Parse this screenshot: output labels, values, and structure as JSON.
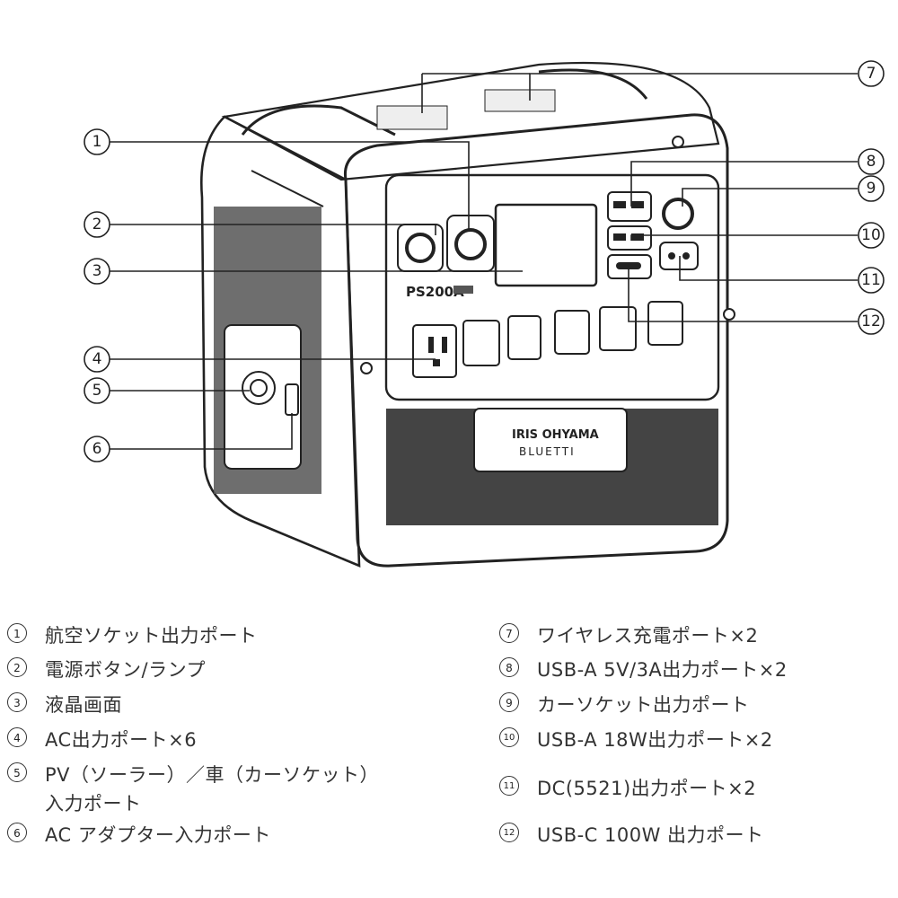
{
  "product": {
    "model_label": "PS200A",
    "brand_top": "IRIS OHYAMA",
    "brand_bottom": "BLUETTI"
  },
  "callouts": [
    {
      "num": "1"
    },
    {
      "num": "2"
    },
    {
      "num": "3"
    },
    {
      "num": "4"
    },
    {
      "num": "5"
    },
    {
      "num": "6"
    },
    {
      "num": "7"
    },
    {
      "num": "8"
    },
    {
      "num": "9"
    },
    {
      "num": "10"
    },
    {
      "num": "11"
    },
    {
      "num": "12"
    }
  ],
  "legend": {
    "left": [
      {
        "num": "1",
        "text": "航空ソケット出力ポート"
      },
      {
        "num": "2",
        "text": "電源ボタン/ランプ"
      },
      {
        "num": "3",
        "text": "液晶画面"
      },
      {
        "num": "4",
        "text": "AC出力ポート×6"
      },
      {
        "num": "5",
        "text": "PV（ソーラー）／車（カーソケット）\n入力ポート"
      },
      {
        "num": "6",
        "text": "AC アダプター入力ポート"
      }
    ],
    "right": [
      {
        "num": "7",
        "text": "ワイヤレス充電ポート×2"
      },
      {
        "num": "8",
        "text": "USB-A 5V/3A出力ポート×2"
      },
      {
        "num": "9",
        "text": "カーソケット出力ポート"
      },
      {
        "num": "10",
        "text": "USB-A 18W出力ポート×2"
      },
      {
        "num": "11",
        "text": "DC(5521)出力ポート×2"
      },
      {
        "num": "12",
        "text": "USB-C 100W 出力ポート"
      }
    ]
  }
}
